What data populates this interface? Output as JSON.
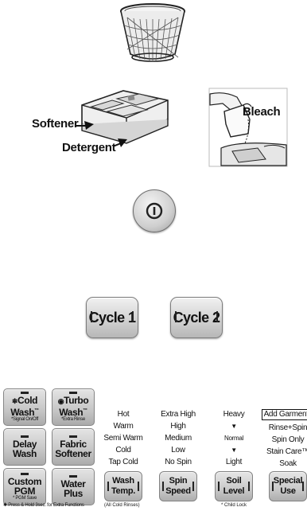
{
  "callouts": {
    "softener": "Softener",
    "detergent": "Detergent",
    "bleach": "Bleach"
  },
  "icons": {
    "power": "power-icon",
    "cold_wash": "snowflake-icon",
    "turbo_wash": "turbo-icon"
  },
  "cycle_buttons": [
    "Cycle 1",
    "Cycle 2"
  ],
  "left_buttons": {
    "cold_wash": {
      "line1": "Cold",
      "line2": "Wash",
      "tm": "™",
      "sub": "*Signal On/Off"
    },
    "turbo_wash": {
      "line1": "Turbo",
      "line2": "Wash",
      "tm": "™",
      "sub": "*Extra Rinse"
    },
    "delay_wash": {
      "line1": "Delay",
      "line2": "Wash"
    },
    "fabric_softener": {
      "line1": "Fabric",
      "line2": "Softener"
    },
    "custom_pgm": {
      "line1": "Custom",
      "line2": "PGM",
      "sub": "* PGM Save"
    },
    "water_plus": {
      "line1": "Water",
      "line2": "Plus"
    },
    "note": "✱ Press & Hold 3sec. for Extra Functions"
  },
  "wash_temp": {
    "options": [
      "Hot",
      "Warm",
      "Semi Warm",
      "Cold",
      "Tap Cold"
    ],
    "button_line1": "Wash",
    "button_line2": "Temp.",
    "footnote": "(All Cold Rinses)"
  },
  "spin_speed": {
    "options": [
      "Extra High",
      "High",
      "Medium",
      "Low",
      "No Spin"
    ],
    "button_line1": "Spin",
    "button_line2": "Speed"
  },
  "soil_level": {
    "top": "Heavy",
    "arrow": "▼",
    "middle": "Normal",
    "bottom": "Light",
    "button_line1": "Soil",
    "button_line2": "Level",
    "footnote": "* Child Lock"
  },
  "special_use": {
    "options": [
      "Add Garments",
      "Rinse+Spin",
      "Spin Only",
      "Stain Care™",
      "Soak"
    ],
    "button_line1": "Special",
    "button_line2": "Use"
  }
}
